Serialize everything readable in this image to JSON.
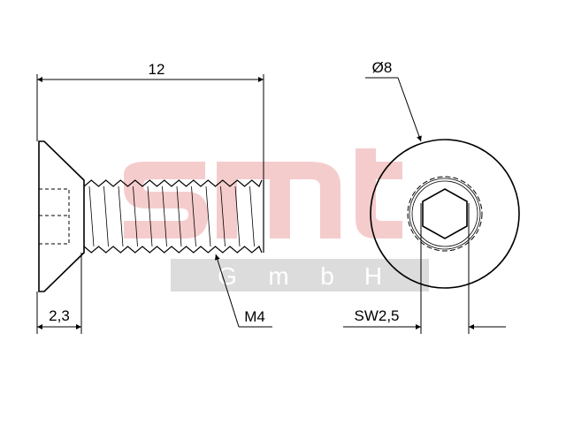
{
  "dimensions": {
    "length": "12",
    "head_height": "2,3",
    "thread": "M4",
    "head_diameter": "Ø8",
    "hex_socket": "SW2,5"
  },
  "watermark": {
    "logo_text": "smt",
    "company": [
      "G",
      "m",
      "b",
      "H"
    ],
    "logo_color": "#f4c7c7",
    "band_color": "#dcdcdc"
  }
}
